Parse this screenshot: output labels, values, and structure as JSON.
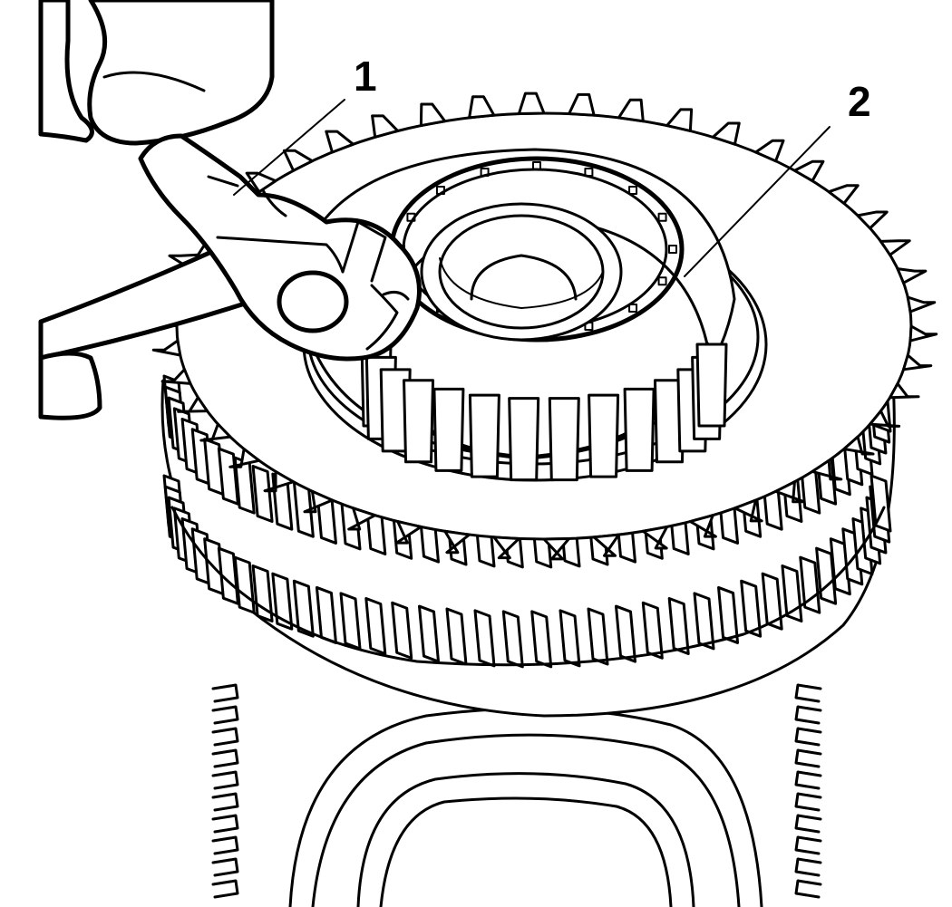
{
  "callouts": [
    {
      "id": "1",
      "label": "1"
    },
    {
      "id": "2",
      "label": "2"
    }
  ],
  "colors": {
    "line": "#000000",
    "background": "#ffffff"
  },
  "gear_teeth": {
    "top_gear": 46,
    "middle_gear_upper": 40,
    "middle_gear_lower": 40,
    "bottom_gear": 36,
    "bearing_rollers": 14
  }
}
